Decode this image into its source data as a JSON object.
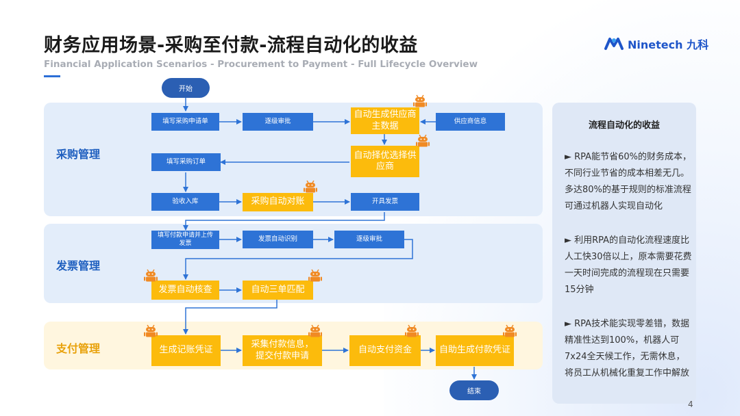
{
  "header": {
    "title": "财务应用场景-采购至付款-流程自动化的收益",
    "subtitle": "Financial Application Scenarios - Procurement to Payment - Full Lifecycle Overview"
  },
  "logo": {
    "text": "Ninetech 九科"
  },
  "lanes": {
    "procurement": "采购管理",
    "invoice": "发票管理",
    "payment": "支付管理"
  },
  "nodes": {
    "start": "开始",
    "end": "结束",
    "fill_request": "填写采购申请单",
    "approval_1": "逐级审批",
    "auto_supplier_data": "自动生成供应商主数据",
    "supplier_info": "供应商信息",
    "auto_select_supplier": "自动择优选择供应商",
    "fill_order": "填写采购订单",
    "receive_goods": "验收入库",
    "auto_reconcile": "采购自动对账",
    "issue_invoice": "开具发票",
    "fill_payment_request": "填写付款申请并上传发票",
    "invoice_recognition": "发票自动识别",
    "approval_2": "逐级审批",
    "invoice_check": "发票自动核查",
    "three_way_match": "自动三单匹配",
    "gen_voucher": "生成记账凭证",
    "collect_payment_info": "采集付款信息，提交付款申请",
    "auto_pay": "自动支付资金",
    "auto_payment_voucher": "自助生成付款凭证"
  },
  "benefits": {
    "title": "流程自动化的收益",
    "items": [
      "► RPA能节省60%的财务成本，不同行业节省的成本相差无几。多达80%的基于规则的标准流程可通过机器人实现自动化",
      "► 利用RPA的自动化流程速度比人工快30倍以上，原本需要花费一天时间完成的流程现在只需要15分钟",
      "► RPA技术能实现零差错，数据精准性达到100%，机器人可7x24全天候工作，无需休息，将员工从机械化重复工作中解放"
    ]
  },
  "page_number": "4",
  "colors": {
    "blue_box": "#2e73d6",
    "yellow_box": "#fcbb0c",
    "robot": "#f08a24",
    "lane_blue": "#e3edfa",
    "lane_yellow": "#fff6df"
  }
}
